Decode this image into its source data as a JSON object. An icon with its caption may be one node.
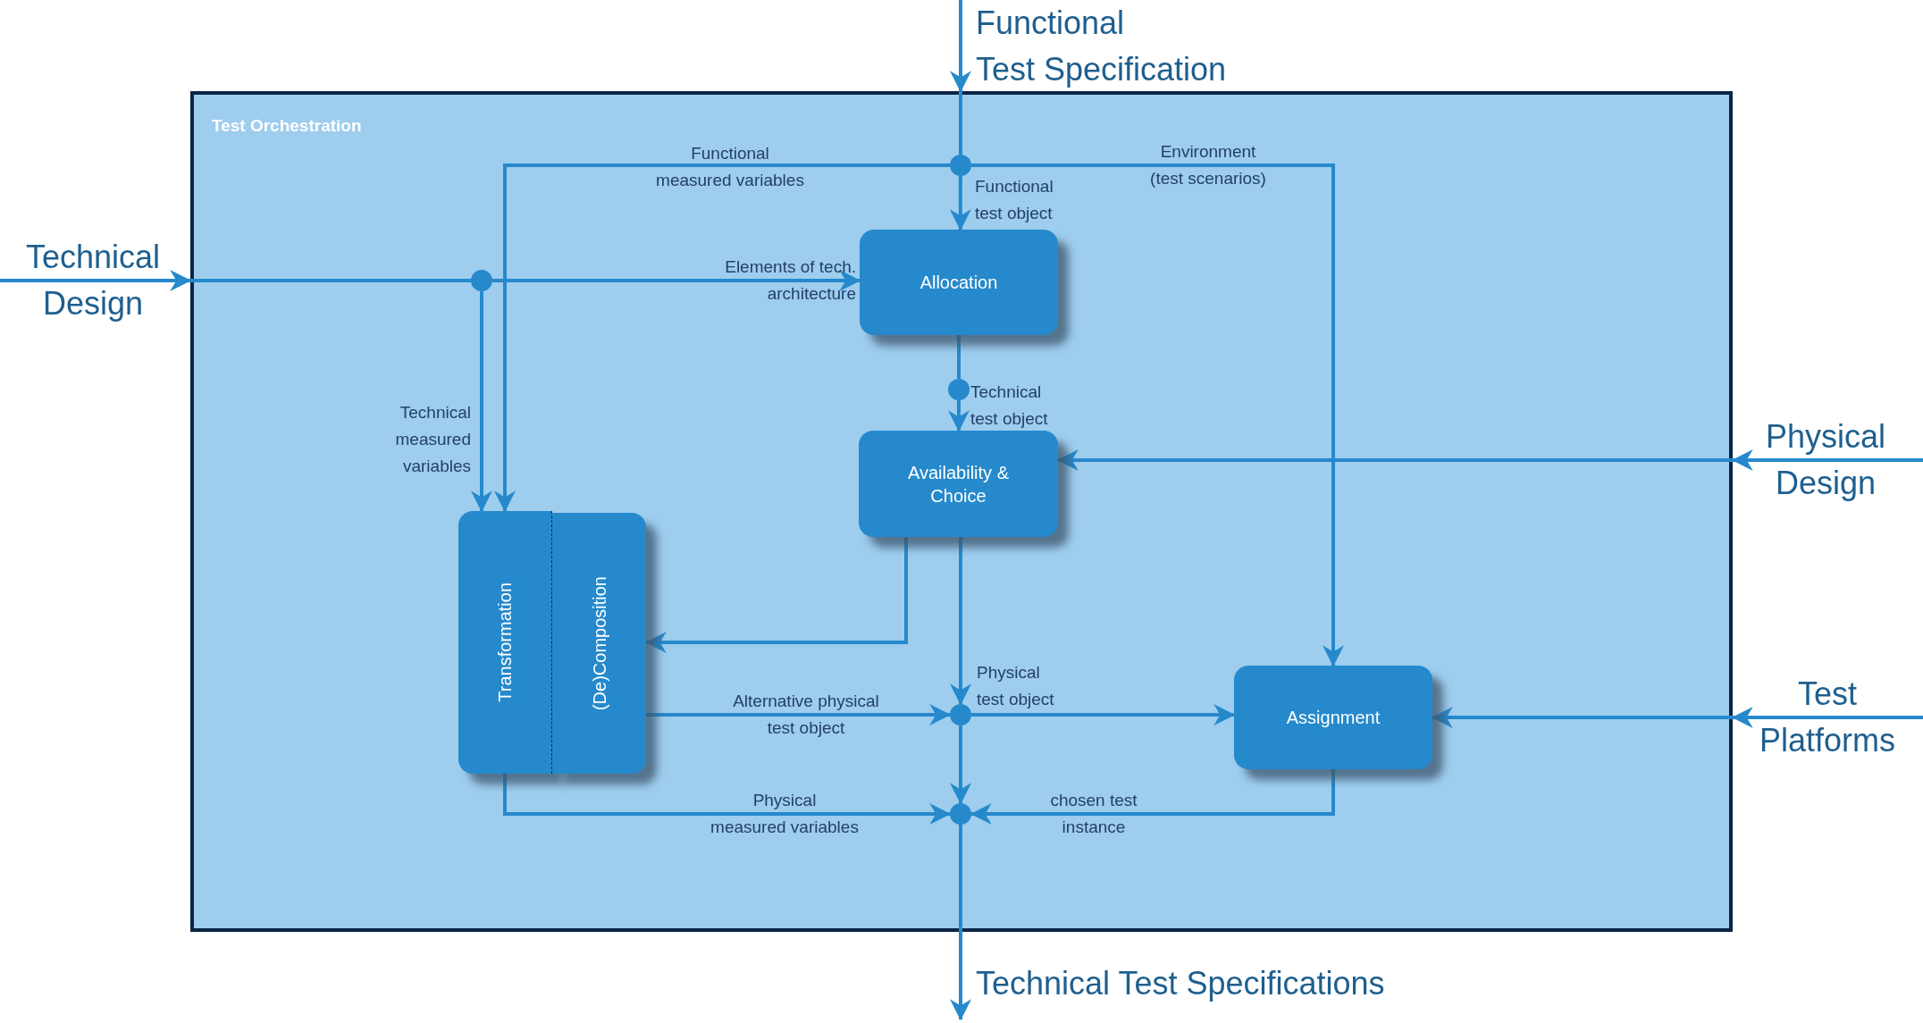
{
  "diagram": {
    "nodes": [
      {
        "text": [
          "Test Orchestration"
        ]
      },
      {
        "text": [
          "Allocation"
        ],
        "in": 0
      },
      {
        "text": [
          "Availability & Choice"
        ],
        "in": 0
      },
      {
        "text": [
          "Transformation"
        ],
        "in": 0
      },
      {
        "text": [
          "(De)Composition"
        ],
        "in": 0
      },
      {
        "text": [
          "Assignment"
        ],
        "in": 0
      },
      {
        "text": [],
        "shape": "circle",
        "in": 0
      },
      {
        "text": [],
        "shape": "circle",
        "in": 0
      },
      {
        "text": [],
        "shape": "circle",
        "in": 0
      },
      {
        "text": [],
        "shape": "circle",
        "in": 0
      },
      {
        "text": [],
        "shape": "circle",
        "in": 0
      }
    ],
    "edges": [
      {
        "from": 6,
        "to": 1,
        "arrow": "to",
        "label": "Functional test object"
      },
      {
        "from": 6,
        "to": 3,
        "arrow": "to",
        "label": "Functional measured variables"
      },
      {
        "from": 6,
        "to": 5,
        "arrow": "to",
        "label": "Environment (test scenarios)"
      },
      {
        "from": 7,
        "to": 1,
        "arrow": "to",
        "label": "Elements of tech. architecture"
      },
      {
        "from": 7,
        "to": 3,
        "arrow": "to",
        "label": "Technical measured variables"
      },
      {
        "from": 1,
        "to": 8,
        "arrow": "none"
      },
      {
        "from": 8,
        "to": 2,
        "arrow": "to",
        "label": "Technical test object"
      },
      {
        "from": 2,
        "to": 4,
        "arrow": "to"
      },
      {
        "from": 2,
        "to": 9,
        "arrow": "to",
        "label": "Physical test object"
      },
      {
        "from": 4,
        "to": 9,
        "arrow": "to",
        "label": "Alternative physical test object"
      },
      {
        "from": 9,
        "to": 5,
        "arrow": "to"
      },
      {
        "from": 9,
        "to": 10,
        "arrow": "to"
      },
      {
        "from": 3,
        "to": 10,
        "arrow": "to",
        "label": "Physical measured variables"
      },
      {
        "from": 5,
        "to": 10,
        "arrow": "to",
        "label": "chosen test instance"
      },
      {
        "from": 10,
        "to": null,
        "arrow": "to",
        "label": "Technical Test Specifications"
      },
      {
        "from": null,
        "to": 5,
        "arrow": "to",
        "label": "Test Platforms"
      },
      {
        "from": null,
        "to": 2,
        "arrow": "to",
        "label": "Physical Design"
      },
      {
        "from": null,
        "to": 0,
        "arrow": "to",
        "label": "Functional Test Specification"
      },
      {
        "from": null,
        "to": 0,
        "arrow": "to",
        "label": "Technical Design"
      },
      {
        "from": 0,
        "to": 6,
        "arrow": "none"
      },
      {
        "from": 0,
        "to": 7,
        "arrow": "none"
      }
    ]
  }
}
